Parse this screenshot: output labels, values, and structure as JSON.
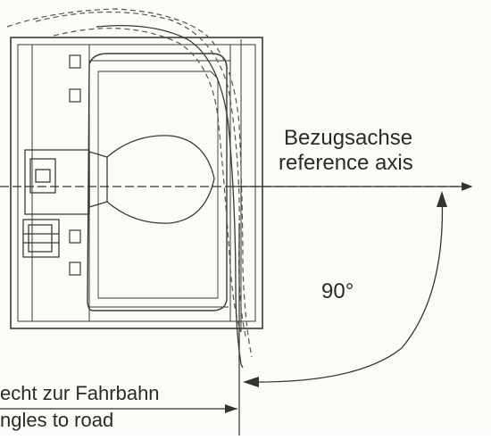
{
  "labels": {
    "reference_axis_de": "Bezugsachse",
    "reference_axis_en": "reference axis",
    "angle": "90°",
    "road_de": "echt zur Fahrbahn",
    "road_en": "ngles to road"
  },
  "colors": {
    "line": "#3a3a3a",
    "background": "#fbfbf8"
  }
}
